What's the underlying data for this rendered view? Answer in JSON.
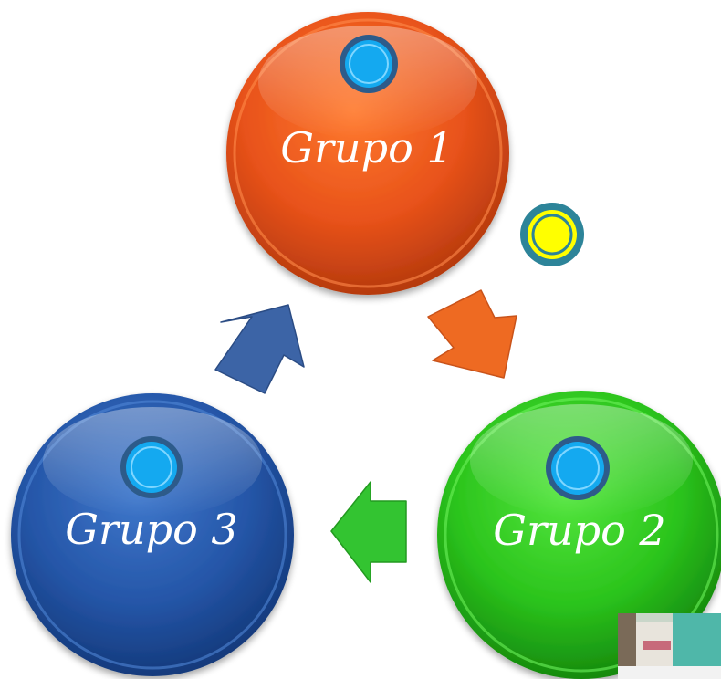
{
  "diagram": {
    "nodes": [
      {
        "id": "group-1",
        "label": "Grupo 1",
        "color": "#e8521a",
        "highlight": "#ff8a4a",
        "shadow": "#a3300b",
        "badge_color": "#14a9f0"
      },
      {
        "id": "group-2",
        "label": "Grupo 2",
        "color": "#2bc41c",
        "highlight": "#6cf25a",
        "shadow": "#168a0e",
        "badge_color": "#14a9f0"
      },
      {
        "id": "group-3",
        "label": "Grupo 3",
        "color": "#2556a8",
        "highlight": "#4f86d6",
        "shadow": "#163a78",
        "badge_color": "#14a9f0"
      }
    ],
    "cycle_arrows": [
      {
        "from": "group-1",
        "to": "group-2",
        "color": "#ee6a22"
      },
      {
        "from": "group-2",
        "to": "group-3",
        "color": "#33c431"
      },
      {
        "from": "group-3",
        "to": "group-1",
        "color": "#3c64a6"
      }
    ],
    "extra_marker": {
      "color": "#ffff00",
      "ring_color": "#2d8499"
    }
  }
}
